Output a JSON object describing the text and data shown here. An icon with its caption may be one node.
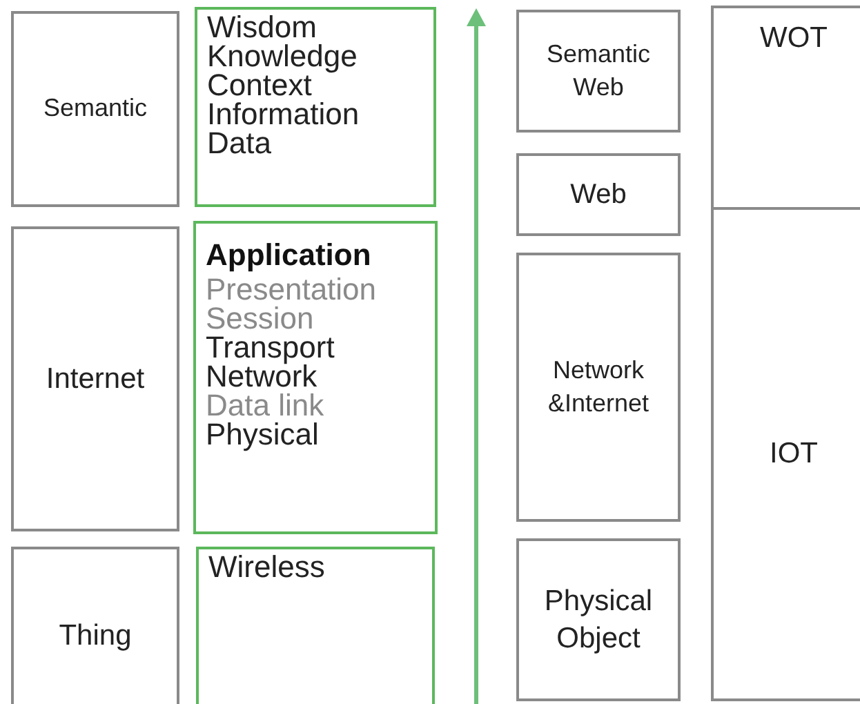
{
  "diagram": {
    "nodes": [
      {
        "text": [
          "Semantic"
        ]
      },
      {
        "text": [
          "Internet"
        ]
      },
      {
        "text": [
          "Thing"
        ]
      },
      {
        "text": [
          "Wisdom",
          "Knowledge",
          "Context",
          "Information",
          "Data"
        ]
      },
      {
        "text": [
          "Application",
          "Presentation",
          "Session",
          "Transport",
          "Network",
          "Data link",
          "Physical"
        ]
      },
      {
        "text": [
          "Wireless"
        ]
      },
      {
        "text": [
          "Semantic Web"
        ]
      },
      {
        "text": [
          "Web"
        ]
      },
      {
        "text": [
          "Network &Internet"
        ]
      },
      {
        "text": [
          "Physical Object"
        ]
      },
      {
        "text": [
          "WOT"
        ]
      },
      {
        "text": [
          "IOT"
        ]
      }
    ]
  }
}
